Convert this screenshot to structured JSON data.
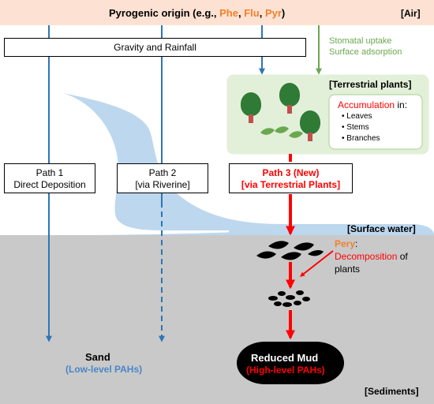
{
  "colors": {
    "air_band": "#fde2d3",
    "plant_bg": "#e2efd9",
    "plant_border": "#a9d18e",
    "green_text": "#6aa84f",
    "water": "#bdd7ee",
    "sediment": "#c9c9c9",
    "blue_arrow": "#2e75b6",
    "red": "#ff0000",
    "orange": "#f4802b",
    "tree_crown": "#2f7a35",
    "trunk": "#c0504d",
    "leaf": "#6aa84f"
  },
  "header": {
    "title_prefix": "Pyrogenic origin (e.g., ",
    "phe": "Phe",
    "sep1": ", ",
    "flu": "Flu",
    "sep2": ", ",
    "pyr": "Pyr",
    "title_suffix": ")",
    "air_tag": "[Air]"
  },
  "gravity_label": "Gravity and Rainfall",
  "stomatal": {
    "line1": "Stomatal uptake",
    "line2": "Surface adsorption"
  },
  "plants": {
    "tag": "[Terrestrial plants]",
    "accumulation_word": "Accumulation",
    "accumulation_rest": " in:",
    "items": [
      "• Leaves",
      "• Stems",
      "• Branches"
    ]
  },
  "paths": {
    "path1": {
      "line1": "Path 1",
      "line2": "Direct Deposition"
    },
    "path2": {
      "line1": "Path 2",
      "line2": "[via Riverine]"
    },
    "path3": {
      "line1": "Path 3 (New)",
      "line2": "[via Terrestrial Plants]"
    }
  },
  "surface_water_tag": "[Surface water]",
  "pery": {
    "name": "Pery",
    "colon": ":",
    "decomp_word": "Decomposition",
    "of": " of",
    "plants": "plants"
  },
  "sand": {
    "label": "Sand",
    "sub": "(Low-level PAHs)"
  },
  "mud": {
    "label": "Reduced Mud",
    "sub": "(High-level PAHs)"
  },
  "sediments_tag": "[Sediments]"
}
